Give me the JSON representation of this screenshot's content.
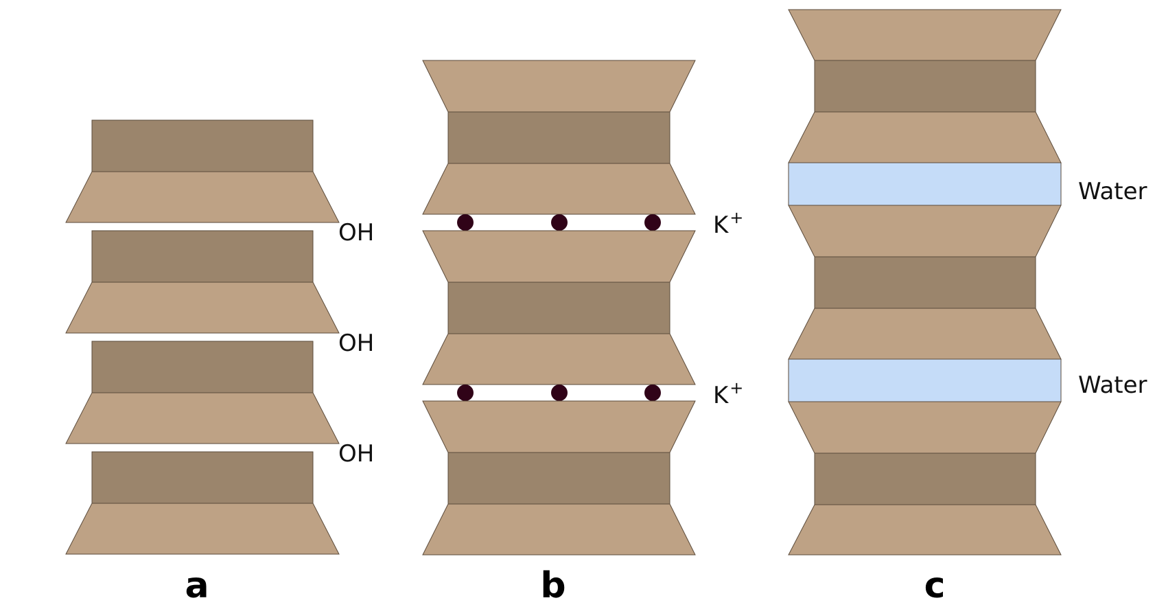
{
  "colors": {
    "tetrahedral_sheet": "#BEA285",
    "octahedral_sheet": "#9B856C",
    "water_layer": "#C5DCF8",
    "potassium_ion": "#300318",
    "outline": "#5a4a3a",
    "text": "#111111"
  },
  "panels": [
    {
      "letter": "a",
      "interlayer_labels": [
        "OH",
        "OH",
        "OH"
      ]
    },
    {
      "letter": "b",
      "interlayer_labels": [
        {
          "base": "K",
          "sup": "+"
        },
        {
          "base": "K",
          "sup": "+"
        }
      ]
    },
    {
      "letter": "c",
      "interlayer_labels": [
        "Water",
        "Water"
      ]
    }
  ]
}
